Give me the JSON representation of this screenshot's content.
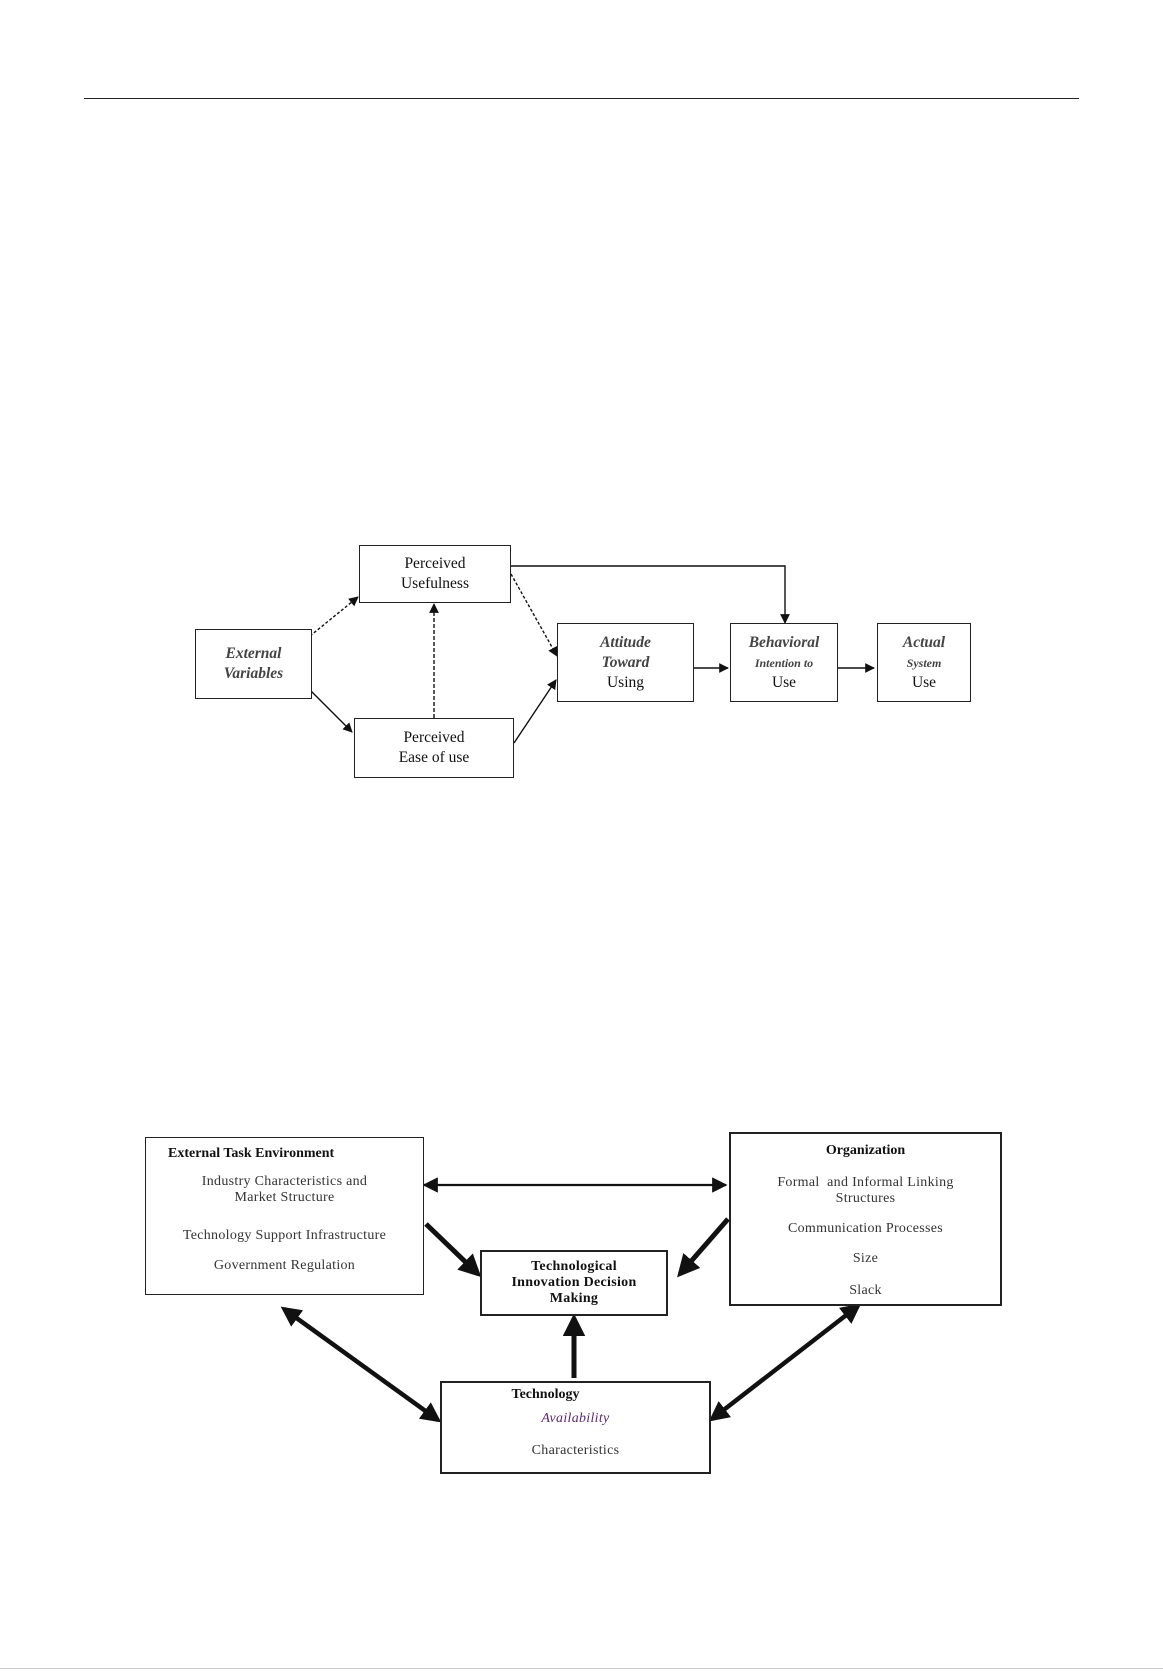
{
  "tam": {
    "external": [
      "External",
      "Variables"
    ],
    "usefulness": [
      "Perceived",
      "Usefulness"
    ],
    "ease": [
      "Perceived",
      "Ease of use"
    ],
    "attitude": [
      "Attitude",
      "Toward",
      "Using"
    ],
    "intention": [
      "Behavioral",
      "Intention to",
      "Use"
    ],
    "actual": [
      "Actual",
      "System",
      "Use"
    ]
  },
  "toe": {
    "external_env": {
      "title": "External Task Environment",
      "items": [
        "Industry Characteristics and",
        "Market Structure",
        "Technology Support Infrastructure",
        "Government Regulation"
      ]
    },
    "organization": {
      "title": "Organization",
      "items": [
        "Formal  and Informal Linking",
        "Structures",
        "Communication Processes",
        "Size",
        "Slack"
      ]
    },
    "decision": [
      "Technological",
      "Innovation Decision",
      "Making"
    ],
    "technology": {
      "title": "Technology",
      "items": [
        "Availability",
        "Characteristics"
      ]
    }
  },
  "colors": {
    "line": "#111111",
    "text": "#111111",
    "accent_text": "#5a2a6a"
  }
}
